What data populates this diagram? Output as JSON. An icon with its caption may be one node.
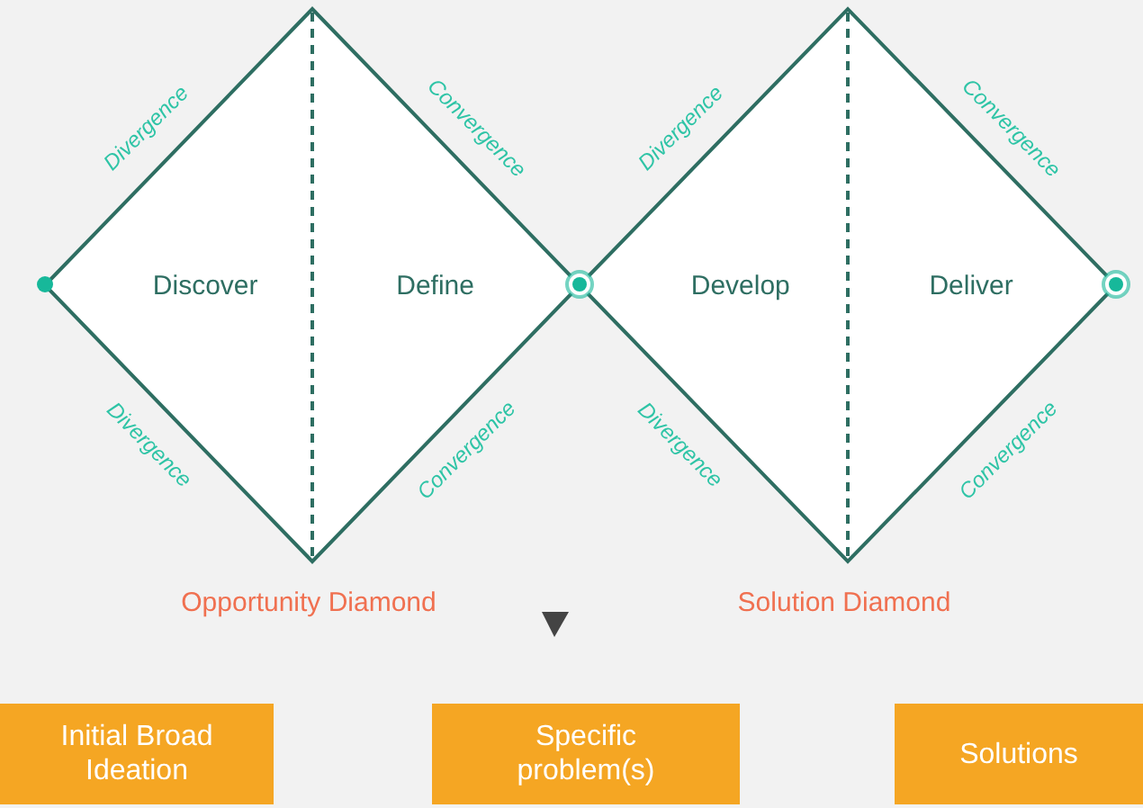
{
  "diagram": {
    "nodes": [
      {
        "text": [
          "Discover",
          "Define"
        ],
        "beside": [
          "Opportunity Diamond"
        ]
      },
      {
        "text": [
          "Develop",
          "Deliver"
        ],
        "beside": [
          "Solution Diamond"
        ]
      },
      {
        "text": [
          "Initial Broad Ideation"
        ]
      },
      {
        "text": [
          "Specific problem(s)"
        ]
      },
      {
        "text": [
          "Solutions"
        ]
      }
    ],
    "labels": [
      "Divergence",
      "Convergence",
      "Divergence",
      "Convergence",
      "Divergence",
      "Convergence",
      "Divergence",
      "Convergence"
    ]
  }
}
